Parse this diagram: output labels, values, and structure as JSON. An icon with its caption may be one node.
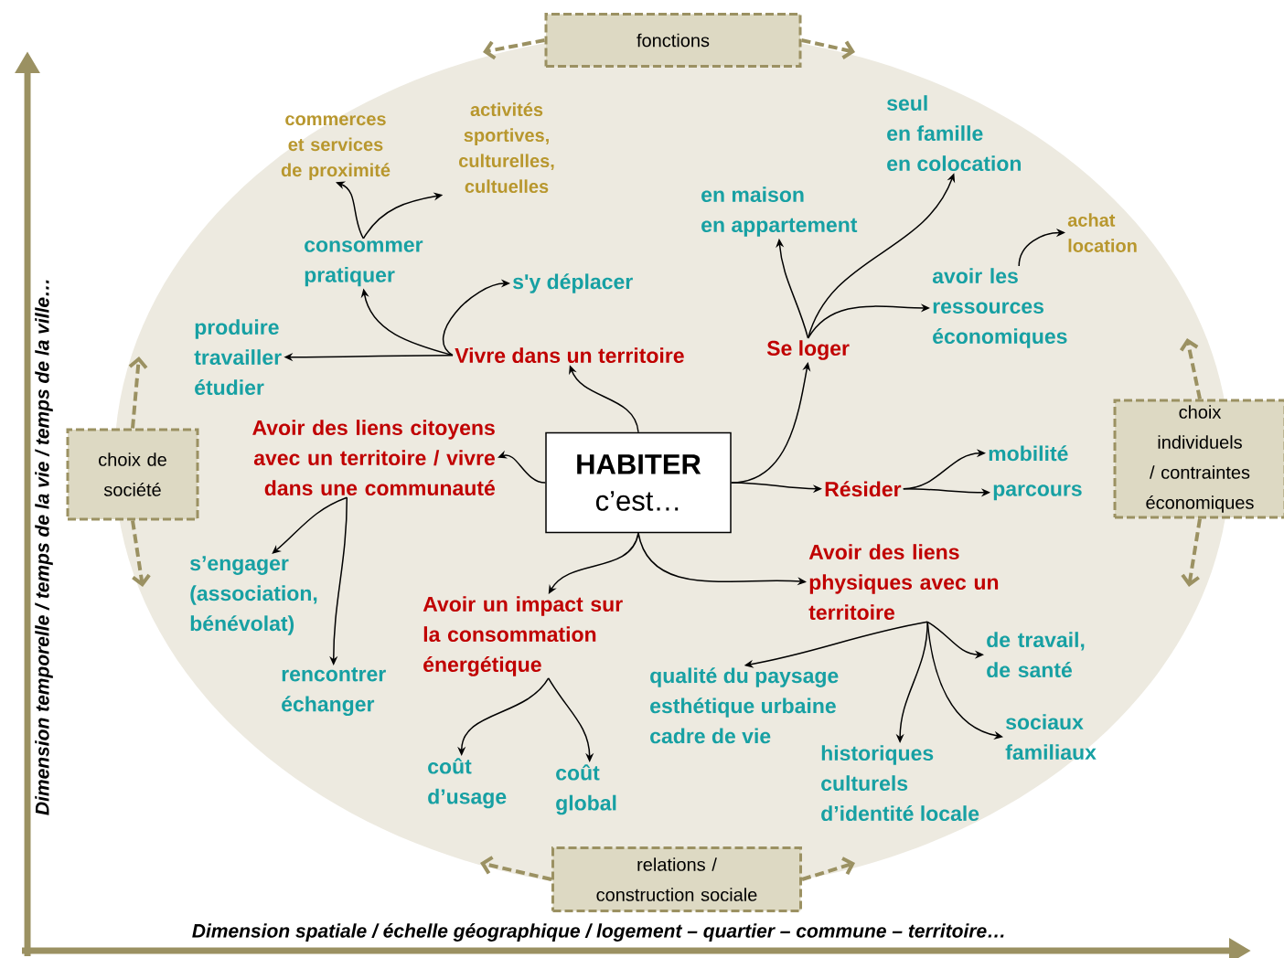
{
  "diagram": {
    "nodes": [
      {
        "text": [
          "HABITER",
          "c’est…"
        ]
      },
      {
        "text": [
          "Vivre dans un territoire"
        ]
      },
      {
        "text": [
          "consommer",
          "pratiquer"
        ]
      },
      {
        "text": [
          "commerces et services de proximité"
        ]
      },
      {
        "text": [
          "activités sportives, culturelles, cultuelles"
        ]
      },
      {
        "text": [
          "s'y déplacer"
        ]
      },
      {
        "text": [
          "produire",
          "travailler",
          "étudier"
        ]
      },
      {
        "text": [
          "Se loger"
        ]
      },
      {
        "text": [
          "en maison",
          "en appartement"
        ]
      },
      {
        "text": [
          "seul",
          "en famille",
          "en colocation"
        ]
      },
      {
        "text": [
          "avoir les ressources économiques"
        ]
      },
      {
        "text": [
          "achat",
          "location"
        ]
      },
      {
        "text": [
          "Avoir des liens citoyens avec un territoire / vivre dans une communauté"
        ]
      },
      {
        "text": [
          "s’engager (association, bénévolat)"
        ]
      },
      {
        "text": [
          "rencontrer",
          "échanger"
        ]
      },
      {
        "text": [
          "Résider"
        ]
      },
      {
        "text": [
          "mobilité"
        ]
      },
      {
        "text": [
          "parcours"
        ]
      },
      {
        "text": [
          "Avoir un impact sur la consommation énergétique"
        ]
      },
      {
        "text": [
          "coût d’usage"
        ]
      },
      {
        "text": [
          "coût global"
        ]
      },
      {
        "text": [
          "Avoir des liens physiques avec un territoire"
        ]
      },
      {
        "text": [
          "qualité du paysage",
          "esthétique urbaine",
          "cadre de vie"
        ]
      },
      {
        "text": [
          "de travail, de santé"
        ]
      },
      {
        "text": [
          "historiques",
          "culturels",
          "d’identité locale"
        ]
      },
      {
        "text": [
          "sociaux",
          "familiaux"
        ]
      },
      {
        "text": [
          "fonctions"
        ]
      },
      {
        "text": [
          "choix de société"
        ]
      },
      {
        "text": [
          "choix individuels / contraintes économiques"
        ]
      },
      {
        "text": [
          "relations / construction sociale"
        ]
      }
    ],
    "edges": [
      {
        "from": 0,
        "to": 1,
        "arrow": "to"
      },
      {
        "from": 0,
        "to": 12,
        "arrow": "to"
      },
      {
        "from": 0,
        "to": 7,
        "arrow": "to"
      },
      {
        "from": 0,
        "to": 15,
        "arrow": "to"
      },
      {
        "from": 0,
        "to": 18,
        "arrow": "to"
      },
      {
        "from": 0,
        "to": 21,
        "arrow": "to"
      },
      {
        "from": 1,
        "to": 2,
        "arrow": "to"
      },
      {
        "from": 1,
        "to": 5,
        "arrow": "to"
      },
      {
        "from": 1,
        "to": 6,
        "arrow": "to"
      },
      {
        "from": 2,
        "to": 3,
        "arrow": "to"
      },
      {
        "from": 2,
        "to": 4,
        "arrow": "to"
      },
      {
        "from": 7,
        "to": 8,
        "arrow": "to"
      },
      {
        "from": 7,
        "to": 9,
        "arrow": "to"
      },
      {
        "from": 7,
        "to": 10,
        "arrow": "to"
      },
      {
        "from": 10,
        "to": 11,
        "arrow": "to"
      },
      {
        "from": 12,
        "to": 13,
        "arrow": "to"
      },
      {
        "from": 12,
        "to": 14,
        "arrow": "to"
      },
      {
        "from": 15,
        "to": 16,
        "arrow": "to"
      },
      {
        "from": 15,
        "to": 17,
        "arrow": "to"
      },
      {
        "from": 18,
        "to": 19,
        "arrow": "to"
      },
      {
        "from": 18,
        "to": 20,
        "arrow": "to"
      },
      {
        "from": 21,
        "to": 22,
        "arrow": "to"
      },
      {
        "from": 21,
        "to": 23,
        "arrow": "to"
      },
      {
        "from": 21,
        "to": 24,
        "arrow": "to"
      },
      {
        "from": 21,
        "to": 25,
        "arrow": "to"
      },
      {
        "from": 26,
        "to": null,
        "arrow": "to",
        "style": "dashed",
        "color": "#9b9162"
      },
      {
        "from": 26,
        "to": null,
        "arrow": "to",
        "style": "dashed",
        "color": "#9b9162"
      },
      {
        "from": 27,
        "to": null,
        "arrow": "to",
        "style": "dashed",
        "color": "#9b9162"
      },
      {
        "from": 27,
        "to": null,
        "arrow": "to",
        "style": "dashed",
        "color": "#9b9162"
      },
      {
        "from": 28,
        "to": null,
        "arrow": "to",
        "style": "dashed",
        "color": "#9b9162"
      },
      {
        "from": 28,
        "to": null,
        "arrow": "to",
        "style": "dashed",
        "color": "#9b9162"
      },
      {
        "from": 29,
        "to": null,
        "arrow": "to",
        "style": "dashed",
        "color": "#9b9162"
      },
      {
        "from": 29,
        "to": null,
        "arrow": "to",
        "style": "dashed",
        "color": "#9b9162"
      }
    ],
    "labels": [
      "Dimension temporelle / temps de la vie / temps de la ville…",
      "Dimension spatiale / échelle géographique / logement – quartier – commune – territoire…"
    ]
  }
}
